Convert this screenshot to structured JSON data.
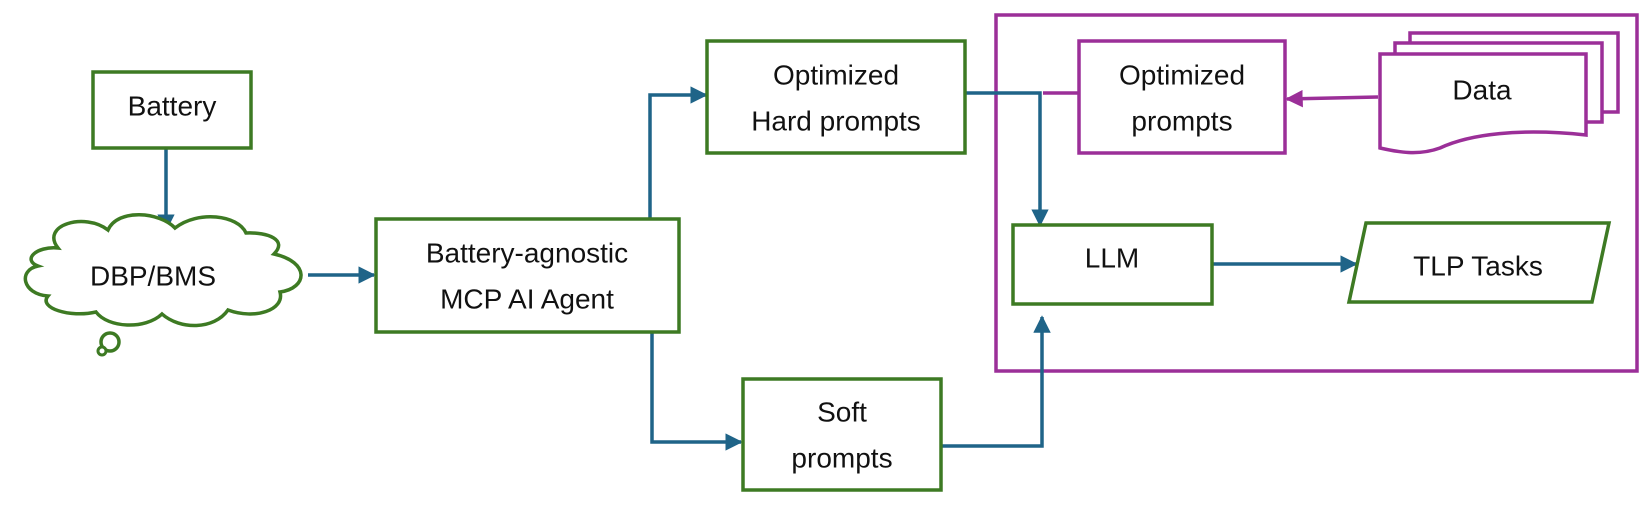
{
  "colors": {
    "node_stroke": "#3d7a23",
    "arrow": "#1f6488",
    "group_stroke": "#9b2f98",
    "background": "#ffffff"
  },
  "nodes": {
    "battery": {
      "label": "Battery"
    },
    "dbp_bms": {
      "label": "DBP/BMS",
      "shape": "cloud"
    },
    "mcp_agent": {
      "label_line1": "Battery-agnostic",
      "label_line2": "MCP AI Agent"
    },
    "hard_prompts": {
      "label_line1": "Optimized",
      "label_line2": "Hard prompts"
    },
    "soft_prompts": {
      "label_line1": "Soft",
      "label_line2": "prompts"
    },
    "optimized_prompts": {
      "label_line1": "Optimized",
      "label_line2": "prompts"
    },
    "data": {
      "label": "Data",
      "shape": "multi-document"
    },
    "llm": {
      "label": "LLM"
    },
    "tlp_tasks": {
      "label": "TLP Tasks",
      "shape": "parallelogram"
    }
  },
  "edges": [
    {
      "from": "battery",
      "to": "dbp_bms"
    },
    {
      "from": "dbp_bms",
      "to": "mcp_agent"
    },
    {
      "from": "mcp_agent",
      "to": "hard_prompts"
    },
    {
      "from": "mcp_agent",
      "to": "soft_prompts"
    },
    {
      "from": "hard_prompts",
      "to": "llm"
    },
    {
      "from": "soft_prompts",
      "to": "llm"
    },
    {
      "from": "llm",
      "to": "tlp_tasks"
    },
    {
      "from": "data",
      "to": "optimized_prompts"
    },
    {
      "from": "optimized_prompts",
      "to": "hard_prompts"
    }
  ]
}
